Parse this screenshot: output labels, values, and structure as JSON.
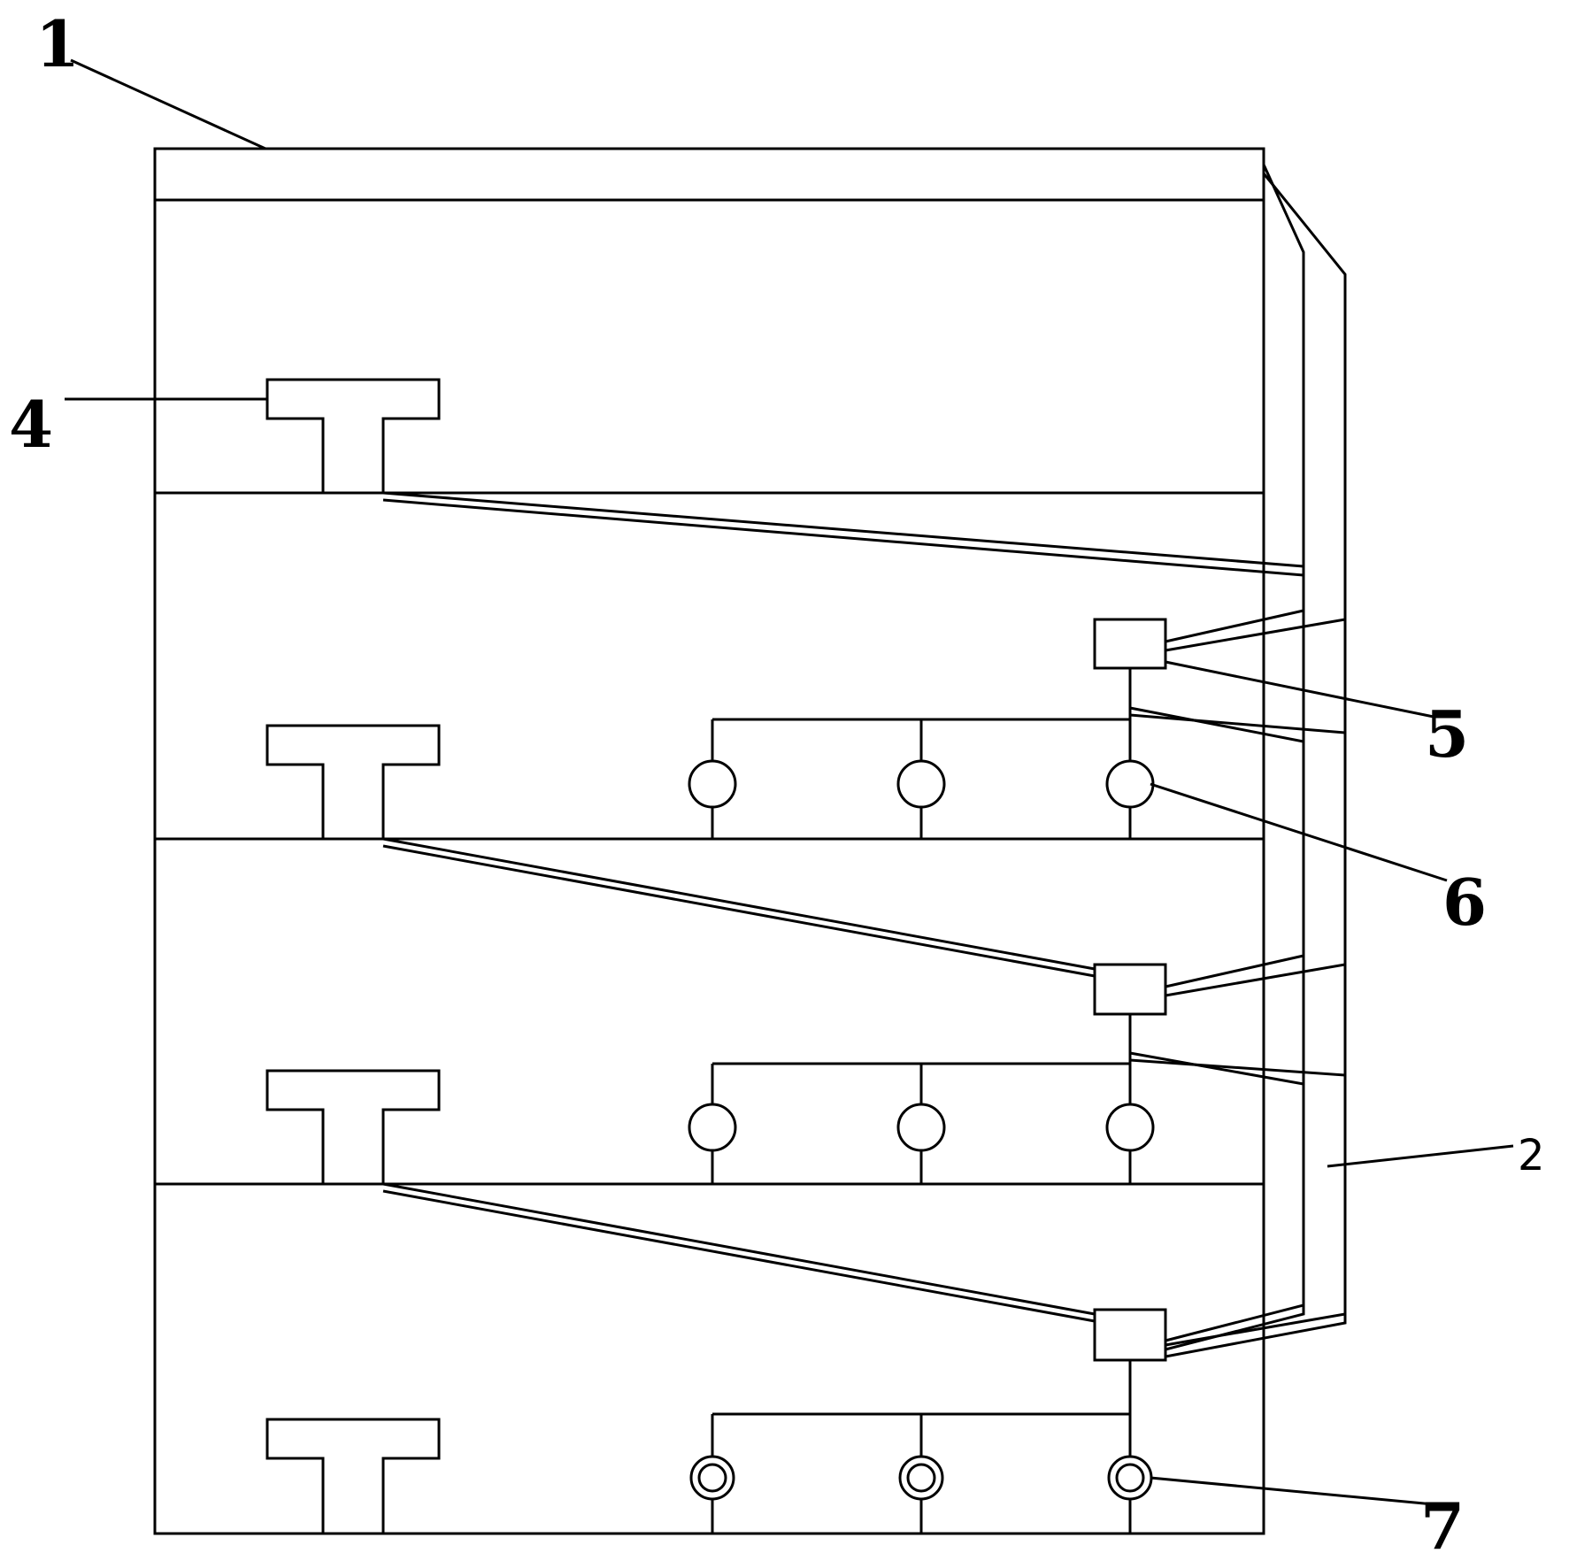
{
  "labels": {
    "frame": "1",
    "cable": "2",
    "t_beam": "4",
    "junction_box": "5",
    "lamp": "6",
    "lamp_bottom": "7"
  },
  "colors": {
    "stroke": "#000000",
    "background": "#ffffff"
  }
}
